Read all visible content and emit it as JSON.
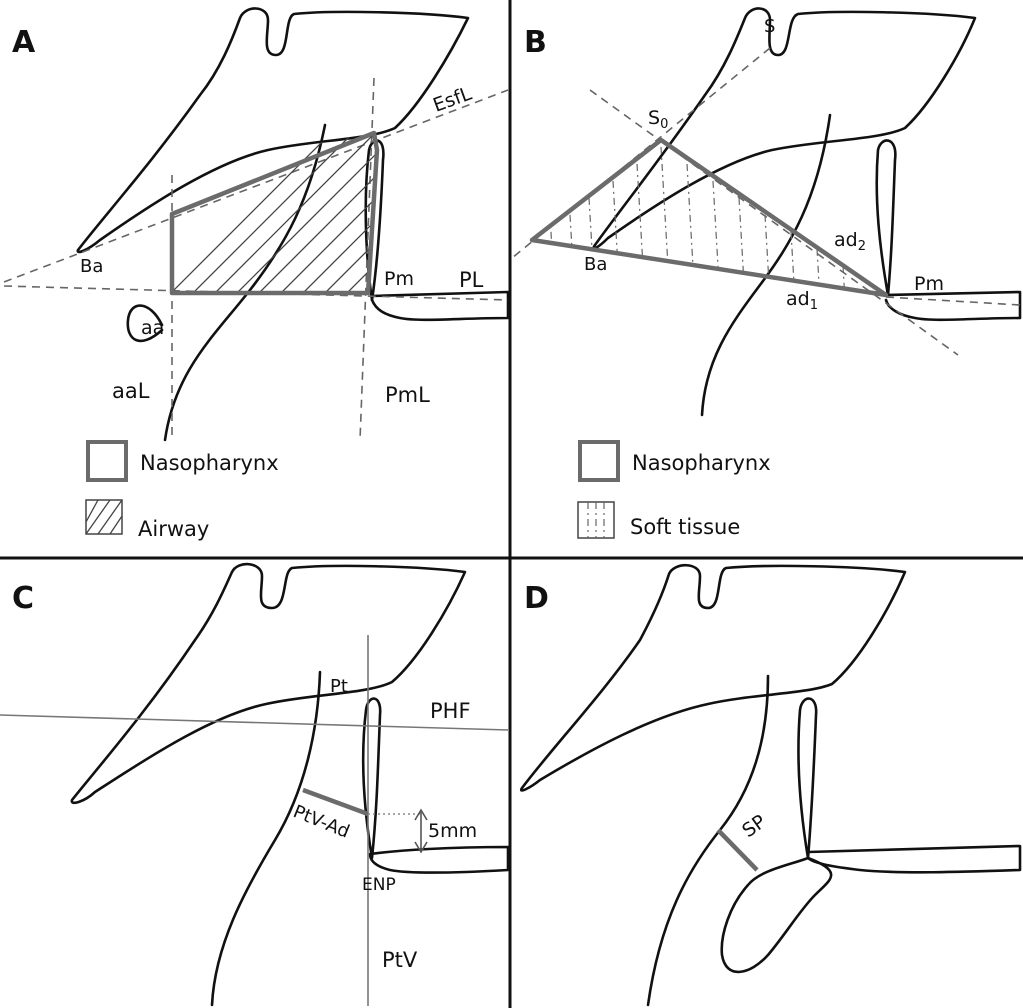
{
  "panels": [
    {
      "letter": "A",
      "labels": {
        "esfl": "EsfL",
        "ba": "Ba",
        "pm": "Pm",
        "pl": "PL",
        "aa": "aa",
        "aal": "aaL",
        "pml": "PmL"
      },
      "legend": [
        "Nasopharynx",
        "Airway"
      ]
    },
    {
      "letter": "B",
      "labels": {
        "s": "S",
        "s0": "S",
        "s0_sub": "0",
        "ba": "Ba",
        "ad1": "ad",
        "ad1_sub": "1",
        "ad2": "ad",
        "ad2_sub": "2",
        "pm": "Pm"
      },
      "legend": [
        "Nasopharynx",
        "Soft tissue"
      ]
    },
    {
      "letter": "C",
      "labels": {
        "pt": "Pt",
        "phf": "PHF",
        "ptv_ad": "PtV-Ad",
        "mm": "5mm",
        "enp": "ENP",
        "ptv": "PtV"
      }
    },
    {
      "letter": "D",
      "labels": {
        "sp": "SP"
      }
    }
  ],
  "colors": {
    "outline": "#111111",
    "measure": "#6b6b6b",
    "guide": "#666666"
  }
}
